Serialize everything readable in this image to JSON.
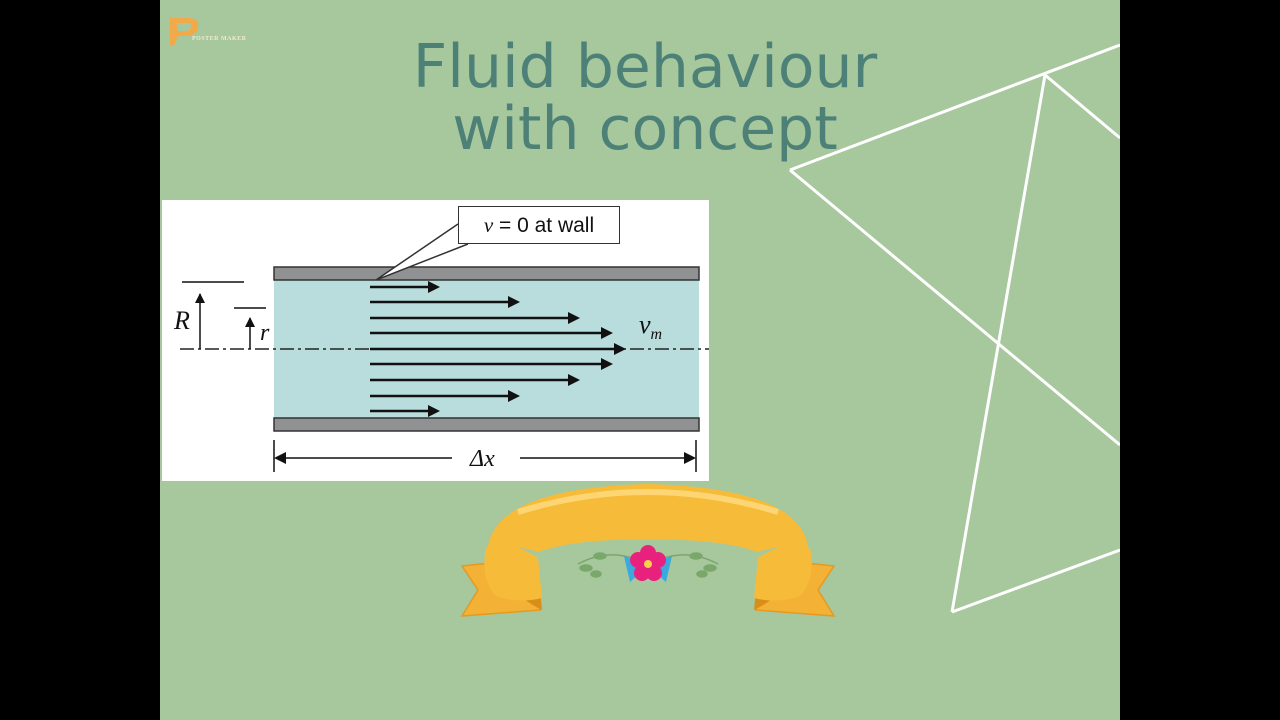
{
  "logo": {
    "brand": "POSTER MAKER"
  },
  "title": {
    "line1": "Fluid behaviour",
    "line2": "with concept"
  },
  "diagram": {
    "callout_var": "v",
    "callout_rest": " = 0 at wall",
    "label_R": "R",
    "label_r": "r",
    "label_vm_base": "v",
    "label_vm_sub": "m",
    "label_dx": "Δx"
  },
  "colors": {
    "slide_background": "#a7c79d",
    "title_text": "#4d8178",
    "fluid": "#b9dcdc",
    "wall": "#8f9193",
    "ribbon": "#f7bb3a"
  },
  "icons": [
    "logo-mark-icon",
    "flower-icon",
    "leaf-icon"
  ]
}
